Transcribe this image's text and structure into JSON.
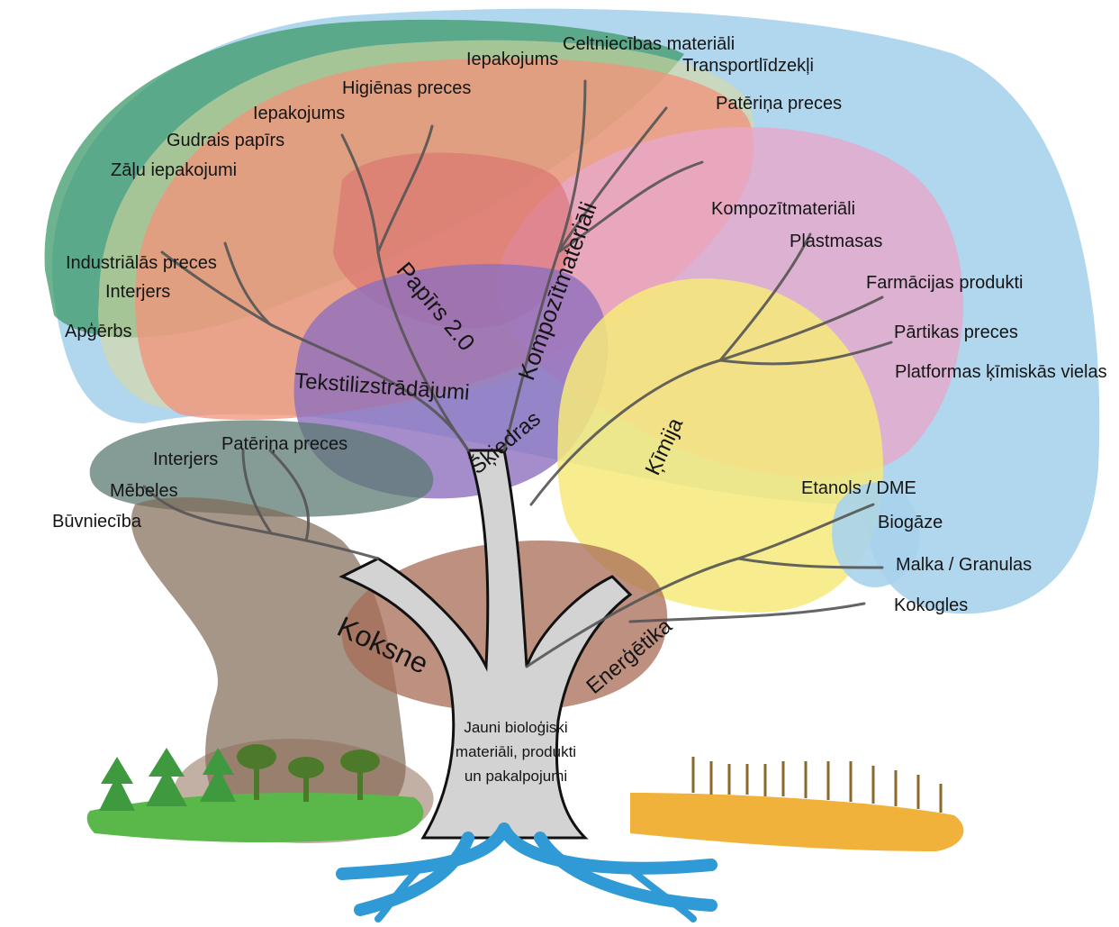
{
  "labels": {
    "iepakojums_top": "Iepakojums",
    "celtniecibas": "Celtniecības materiāli",
    "transportlidzekli": "Transportlīdzekļi",
    "higienas": "Higiēnas preces",
    "paterina_top": "Patēriņa preces",
    "iepakojums_mid": "Iepakojums",
    "gudrais": "Gudrais papīrs",
    "zalu": "Zāļu iepakojumi",
    "kompozit_right": "Kompozītmateriāli",
    "plastmasas": "Plastmasas",
    "industrialas": "Industriālās preces",
    "farmacijas": "Farmācijas produkti",
    "interjers_left": "Interjers",
    "apgerbs": "Apģērbs",
    "partikas": "Pārtikas preces",
    "platformas": "Platformas ķīmiskās vielas",
    "paterina_bottom": "Patēriņa preces",
    "interjers_bottom": "Interjers",
    "etanols": "Etanols / DME",
    "mebeles": "Mēbeles",
    "biogaze": "Biogāze",
    "buvnieciba": "Būvniecība",
    "malka": "Malka / Granulas",
    "kokogles": "Kokogles"
  },
  "branches": {
    "papirs": "Papīrs 2.0",
    "kompozit": "Kompozītmateriāli",
    "tekstil": "Tekstilizstrādājumi",
    "skiedras": "Šķiedras",
    "kimija": "Ķīmija",
    "koksne": "Koksne",
    "energetika": "Enerģētika"
  },
  "center": {
    "line1": "Jauni bioloģiski",
    "line2": "materiāli, produkti",
    "line3": "un pakalpojumi"
  },
  "colors": {
    "sky_blue": "#a9d3ec",
    "green": "#5aa57a",
    "olive": "#c8d9a8",
    "salmon": "#f3a07f",
    "pink": "#e9a7c9",
    "purple": "#9b7fc0",
    "yellow": "#f7ea7a",
    "brown": "#8f6f5a",
    "trunk": "#d6d6d6",
    "ground_green": "#5ab84a",
    "ground_orange": "#f0b23a",
    "roots": "#2f9ad6"
  }
}
